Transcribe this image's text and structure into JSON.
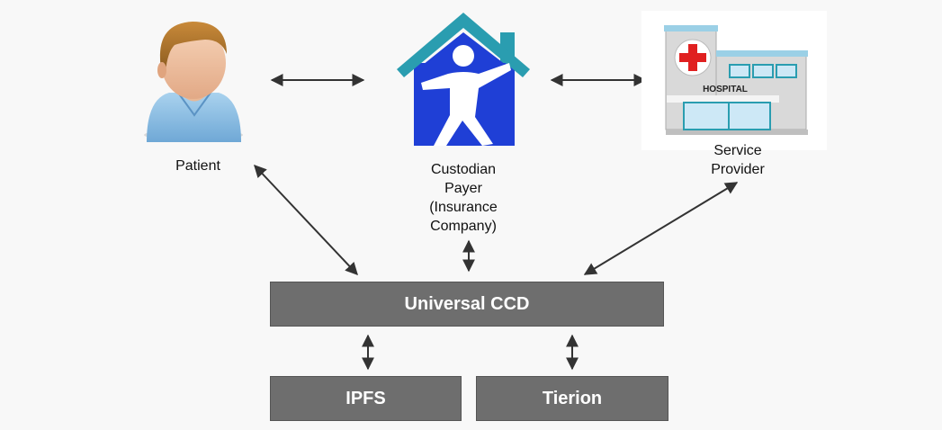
{
  "nodes": {
    "patient": {
      "label": "Patient",
      "icon": "patient-person-icon"
    },
    "custodian": {
      "lines": [
        "Custodian",
        "Payer",
        "(Insurance",
        "Company)"
      ],
      "icon": "house-custodian-icon"
    },
    "provider": {
      "lines": [
        "Service",
        "Provider"
      ],
      "icon": "hospital-icon",
      "sign": "HOSPITAL"
    },
    "ccd": {
      "label": "Universal CCD"
    },
    "ipfs": {
      "label": "IPFS"
    },
    "tierion": {
      "label": "Tierion"
    }
  },
  "colors": {
    "box_fill": "#6e6e6e",
    "box_text": "#ffffff",
    "arrow": "#333333",
    "house_roof": "#2a9db0",
    "house_body": "#1f3fd6",
    "hospital_cross": "#e02020"
  }
}
